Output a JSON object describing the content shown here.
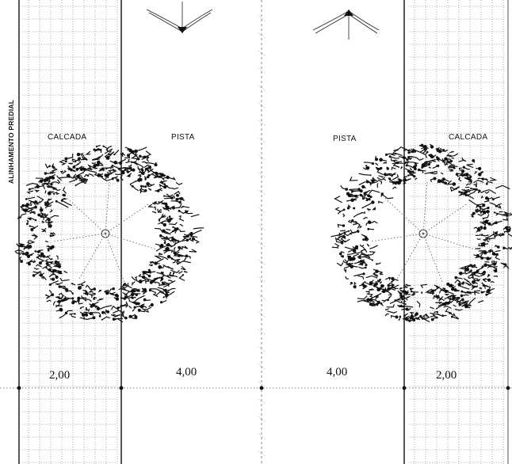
{
  "labels": {
    "building_line": "ALINHAMENTO PREDIAL",
    "sidewalk_left": "CALCADA",
    "road_left": "PISTA",
    "road_right": "PISTA",
    "sidewalk_right": "CALCADA"
  },
  "dimensions": {
    "sidewalk_left": "2,00",
    "road_left": "4,00",
    "road_right": "4,00",
    "sidewalk_right": "2,00"
  },
  "colors": {
    "ink": "#111111",
    "paper": "#ffffff"
  }
}
